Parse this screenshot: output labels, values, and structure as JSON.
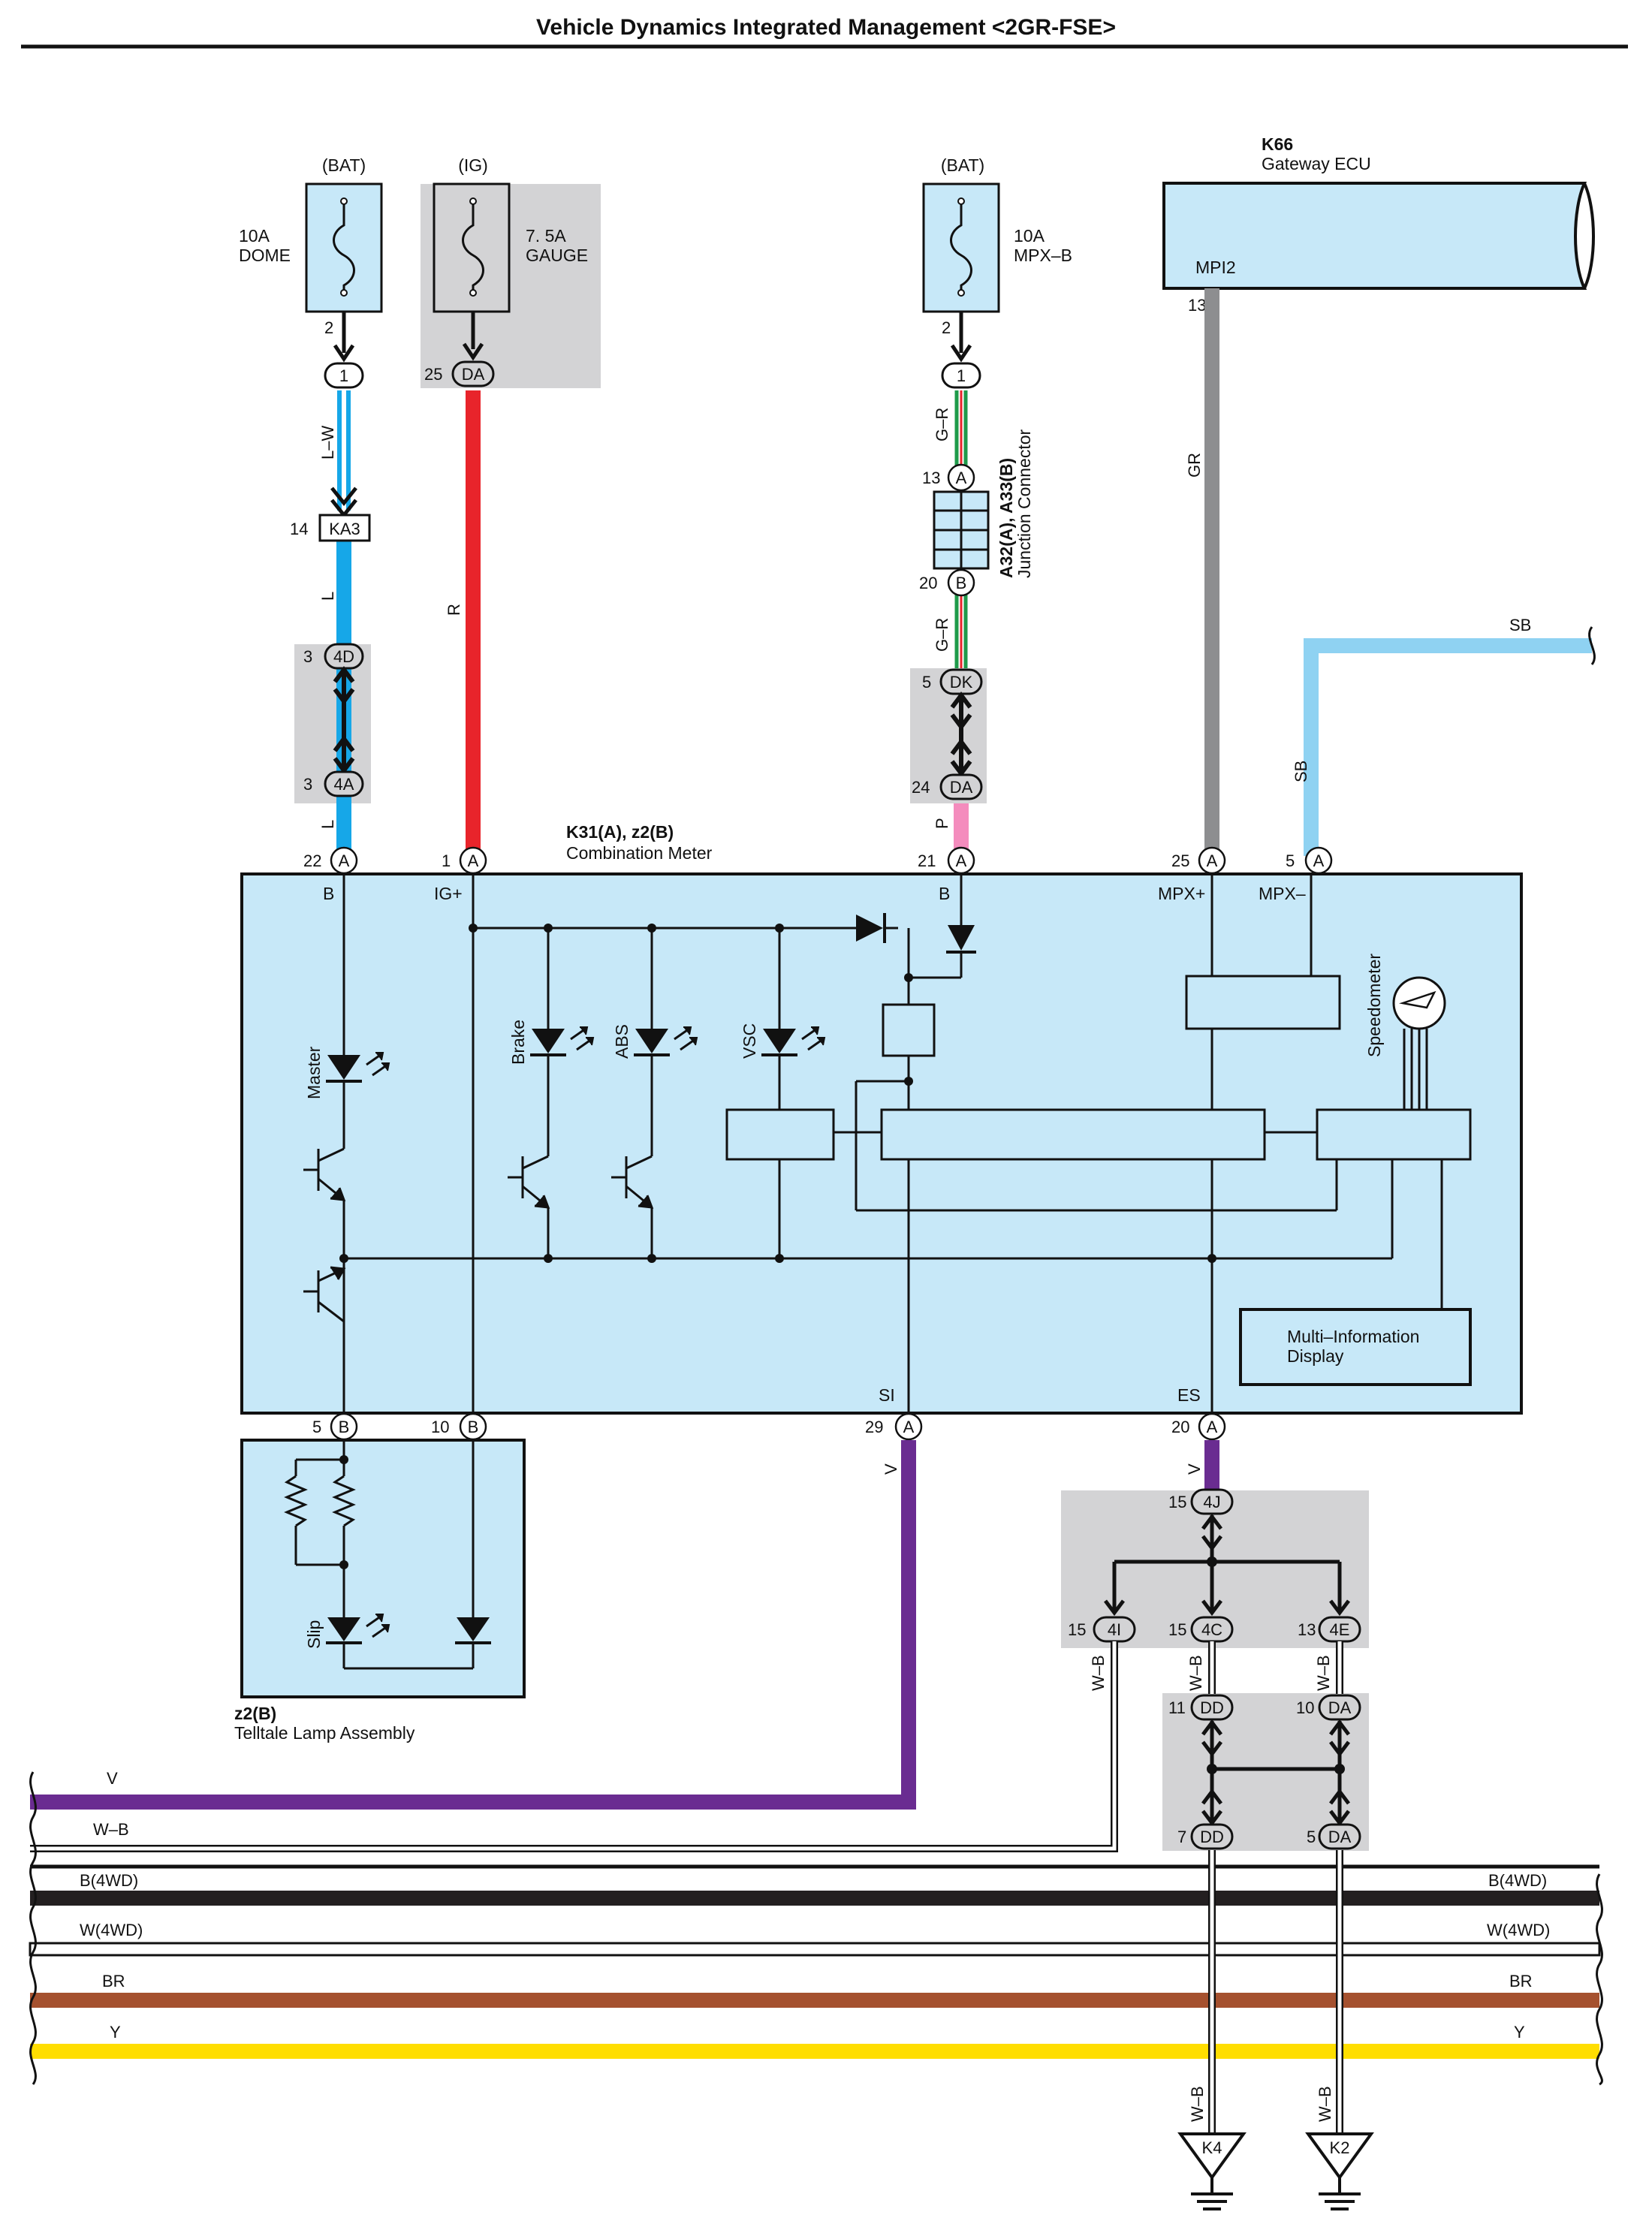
{
  "title": "Vehicle Dynamics Integrated Management <2GR-FSE>",
  "colors": {
    "meter_fill": "#c7e8f8",
    "gray_fill": "#d3d3d5",
    "wire_blue": "#16a7e8",
    "wire_red": "#e8242b",
    "wire_green": "#1f9a4a",
    "wire_gray": "#8d8e90",
    "wire_skyblue": "#8fd2f2",
    "wire_pink": "#f48cbd",
    "wire_violet": "#6a2c91",
    "wire_black": "#231f20",
    "wire_brown": "#a5512f",
    "wire_yellow": "#ffde00"
  },
  "fuses": {
    "dome": {
      "source": "(BAT)",
      "line1": "10A",
      "line2": "DOME",
      "pin": "2"
    },
    "gauge": {
      "source": "(IG)",
      "line1": "7. 5A",
      "line2": "GAUGE",
      "pin": "25",
      "conn": "DA"
    },
    "mpxb": {
      "source": "(BAT)",
      "line1": "10A",
      "line2": "MPX–B",
      "pin": "2"
    }
  },
  "gateway": {
    "id": "K66",
    "name": "Gateway ECU",
    "terminal": "MPI2",
    "pin": "13",
    "wire": "GR"
  },
  "junction": {
    "id": "A32(A), A33(B)",
    "name": "Junction Connector",
    "pin_a": "13",
    "conn_a": "A",
    "pin_b": "20",
    "conn_b": "B"
  },
  "connectors": {
    "c1": "1",
    "ka3_pin": "14",
    "ka3": "KA3",
    "c4d_pin": "3",
    "c4d": "4D",
    "c4a_pin": "3",
    "c4a": "4A",
    "c1b": "1",
    "dk_pin": "5",
    "dk": "DK",
    "da24_pin": "24",
    "da24": "DA",
    "c4j_pin": "15",
    "c4j": "4J",
    "c4i_pin": "15",
    "c4i": "4I",
    "c4c_pin": "15",
    "c4c": "4C",
    "c4e_pin": "13",
    "c4e": "4E",
    "dd11_pin": "11",
    "dd11": "DD",
    "da10_pin": "10",
    "da10": "DA",
    "dd7_pin": "7",
    "dd7": "DD",
    "da5_pin": "5",
    "da5": "DA"
  },
  "wires": {
    "lw": "L–W",
    "l1": "L",
    "l2": "L",
    "r": "R",
    "gr1": "G–R",
    "gr2": "G–R",
    "p": "P",
    "sb1": "SB",
    "sb2": "SB",
    "v1": "V",
    "v2": "V",
    "wb1": "W–B",
    "wb2": "W–B",
    "wb3": "W–B",
    "wb4": "W–B",
    "wb5": "W–B"
  },
  "meter": {
    "id": "K31(A), z2(B)",
    "name": "Combination Meter",
    "top_pins": [
      {
        "pin": "22",
        "conn": "A",
        "term": "B"
      },
      {
        "pin": "1",
        "conn": "A",
        "term": "IG+"
      },
      {
        "pin": "21",
        "conn": "A",
        "term": "B"
      },
      {
        "pin": "25",
        "conn": "A",
        "term": "MPX+"
      },
      {
        "pin": "5",
        "conn": "A",
        "term": "MPX–"
      }
    ],
    "bottom_pins": [
      {
        "pin": "5",
        "conn": "B"
      },
      {
        "pin": "10",
        "conn": "B"
      },
      {
        "pin": "29",
        "conn": "A",
        "term": "SI"
      },
      {
        "pin": "20",
        "conn": "A",
        "term": "ES"
      }
    ],
    "lamps": [
      "Master",
      "Brake",
      "ABS",
      "VSC"
    ],
    "speedometer": "Speedometer",
    "mid_line1": "Multi–Information",
    "mid_line2": "Display"
  },
  "telltale": {
    "id": "z2(B)",
    "name": "Telltale Lamp Assembly",
    "lamp": "Slip"
  },
  "bus_lines": {
    "v": "V",
    "wb": "W–B",
    "b4wd_l": "B(4WD)",
    "b4wd_r": "B(4WD)",
    "w4wd_l": "W(4WD)",
    "w4wd_r": "W(4WD)",
    "br_l": "BR",
    "br_r": "BR",
    "y_l": "Y",
    "y_r": "Y"
  },
  "grounds": {
    "g1": "K4",
    "g2": "K2"
  }
}
